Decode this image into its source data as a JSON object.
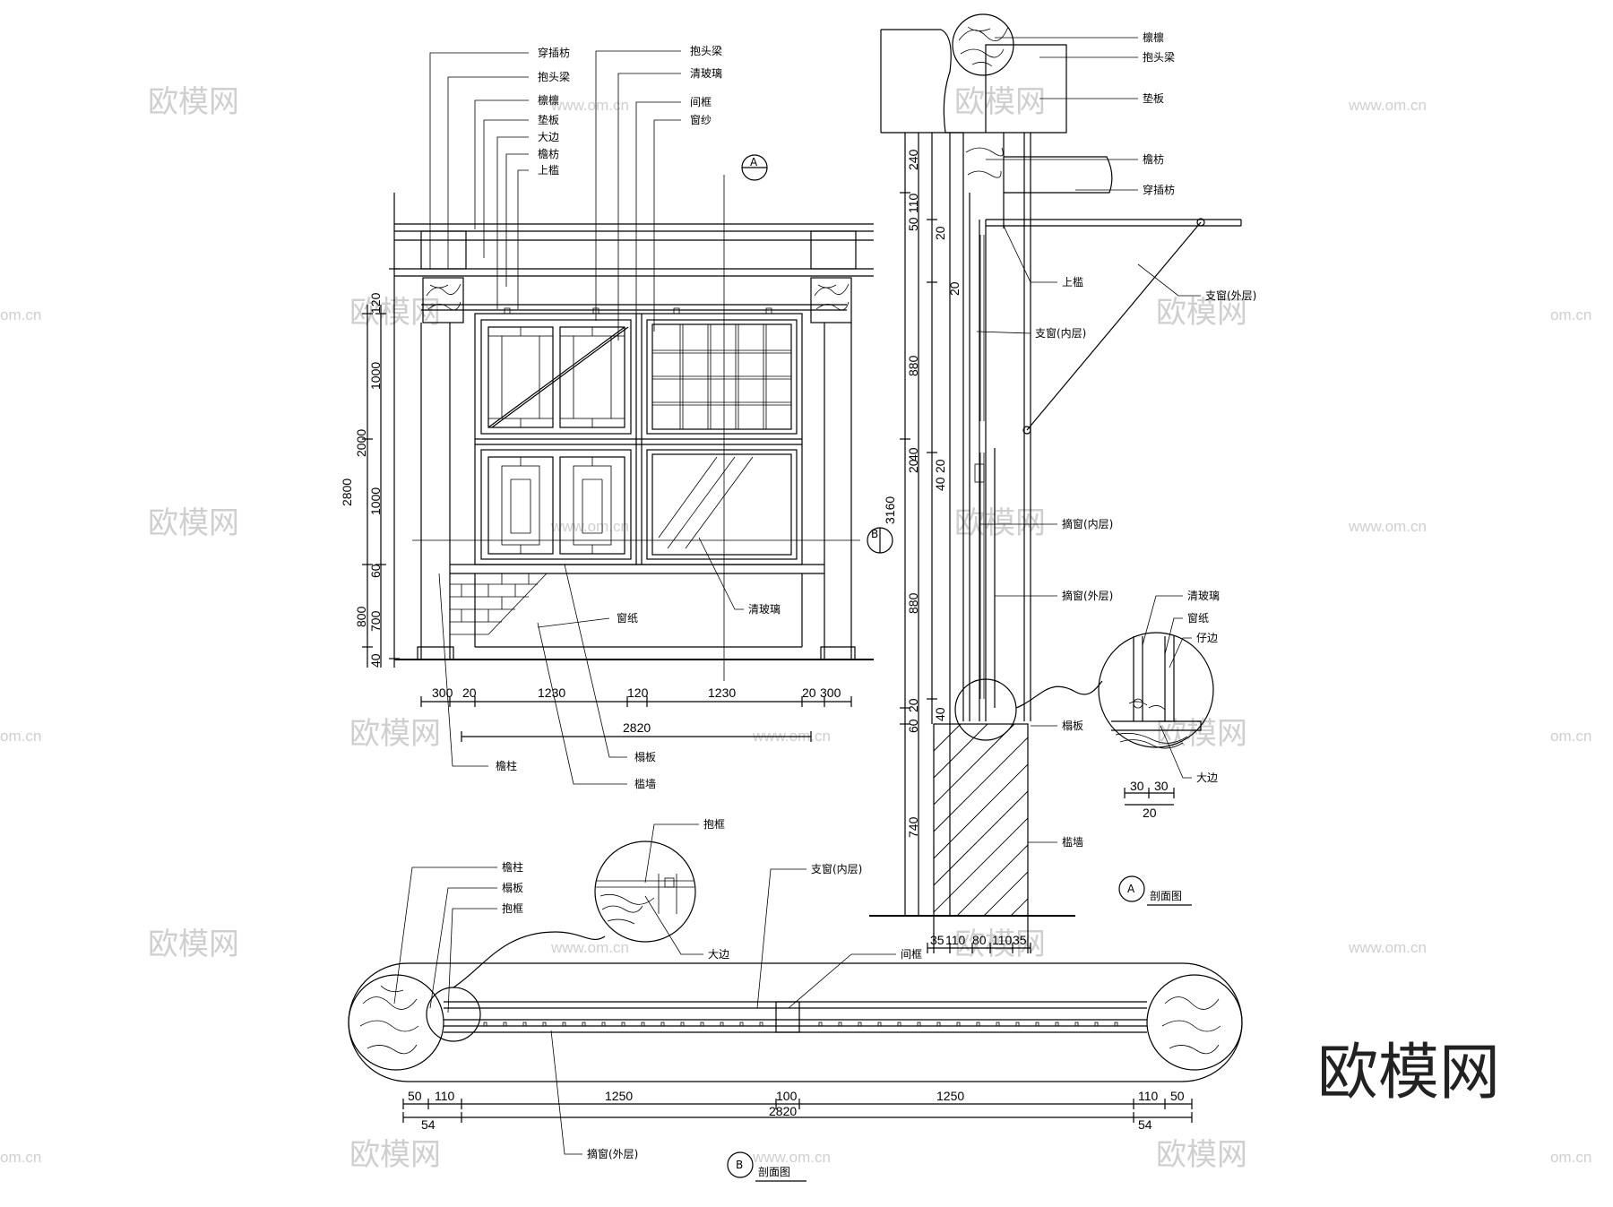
{
  "elevation": {
    "leaders": [
      "穿插枋",
      "抱头梁",
      "檩檩",
      "垫板",
      "大边",
      "檐枋",
      "上槛",
      "抱头梁",
      "清玻璃",
      "间框",
      "窗纱"
    ],
    "bottom_labels": [
      "窗纸",
      "清玻璃",
      "檐柱",
      "榻板",
      "槛墙"
    ],
    "section_marks": [
      "A",
      "B"
    ],
    "dims_h_top": [
      "300",
      "20",
      "1230",
      "120",
      "1230",
      "20",
      "300"
    ],
    "dims_h_total": "2820",
    "dims_v_left": [
      "120",
      "1000",
      "2000",
      "1000",
      "60",
      "700",
      "800",
      "40",
      "2800"
    ]
  },
  "section_a": {
    "labels": [
      "檩檩",
      "抱头梁",
      "垫板",
      "檐枋",
      "穿插枋",
      "上槛",
      "支窗(外层)",
      "支窗(内层)",
      "摘窗(内层)",
      "摘窗(外层)",
      "榻板",
      "槛墙"
    ],
    "detail_labels": [
      "清玻璃",
      "窗纸",
      "仔边",
      "大边"
    ],
    "detail_dims": [
      "30",
      "30",
      "20"
    ],
    "dims_v": [
      "240",
      "50",
      "110",
      "20",
      "20",
      "880",
      "40",
      "20",
      "20",
      "40",
      "880",
      "20",
      "40",
      "60",
      "740",
      "3160"
    ],
    "dims_bottom": [
      "35",
      "110",
      "80",
      "110",
      "35"
    ],
    "title_mark": "A",
    "title": "剖面图"
  },
  "section_b": {
    "labels": [
      "檐柱",
      "榻板",
      "抱框",
      "支窗(内层)",
      "间框",
      "摘窗(外层)"
    ],
    "detail_labels": [
      "抱框",
      "大边"
    ],
    "dims_top": [
      "50",
      "110",
      "1250",
      "100",
      "1250",
      "110",
      "50"
    ],
    "dims_bottom": [
      "54",
      "2820",
      "54"
    ],
    "title_mark": "B",
    "title": "剖面图"
  },
  "watermark": {
    "brand_text": "欧模网",
    "url_text": "www.om.cn",
    "partial_url": "om.cn"
  },
  "brand_logo_text": "欧模网"
}
